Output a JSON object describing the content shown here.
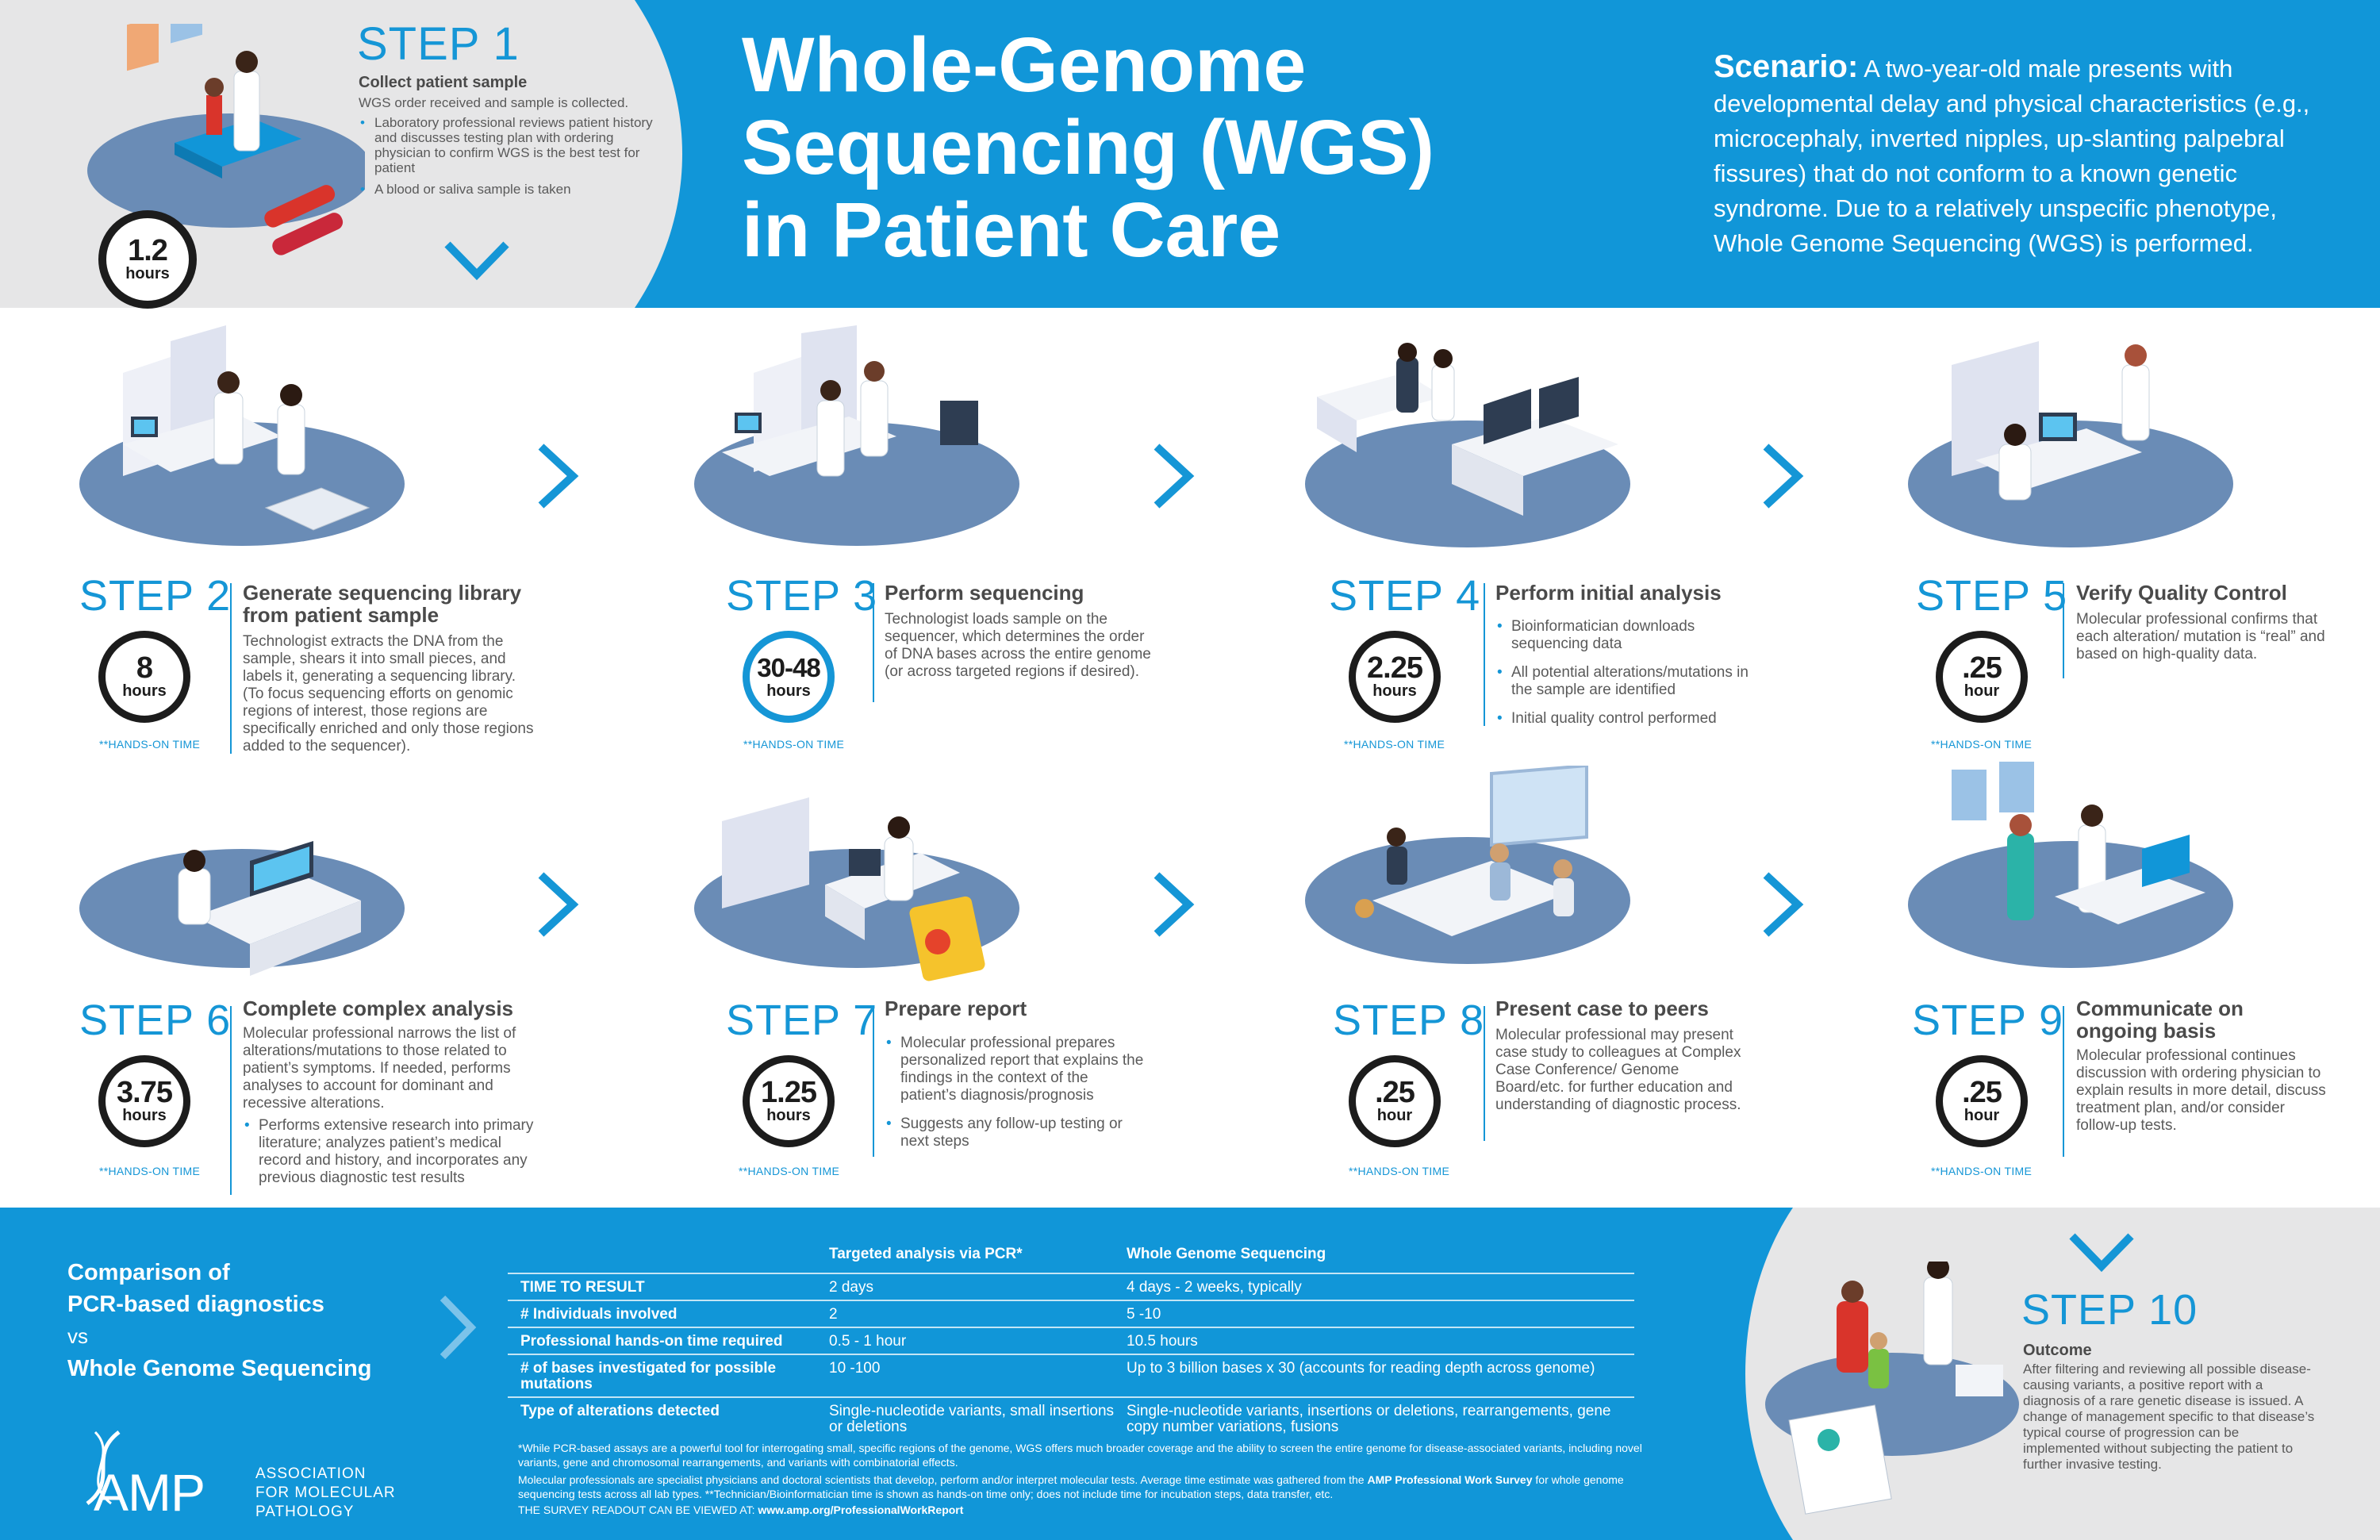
{
  "title": "Whole-Genome\nSequencing (WGS)\nin Patient Care",
  "scenario": {
    "label": "Scenario:",
    "text": "A two-year-old male presents with developmental delay and physical characteristics (e.g., microcephaly, inverted nipples, up-slanting palpebral fissures) that do not conform to a known genetic syndrome. Due to a relatively unspecific phenotype, Whole Genome Sequencing (WGS) is performed."
  },
  "hands_on_label": "**HANDS-ON TIME",
  "steps": [
    {
      "label": "STEP 1",
      "title": "Collect patient sample",
      "time": "1.2",
      "unit": "hours",
      "desc": "WGS order received and sample is collected.",
      "bullets": [
        "Laboratory professional reviews patient history and discusses testing plan with ordering physician to confirm WGS is the best test for patient",
        "A blood or saliva sample is taken"
      ]
    },
    {
      "label": "STEP 2",
      "title": "Generate sequencing library from patient sample",
      "time": "8",
      "unit": "hours",
      "desc": "Technologist extracts the DNA from the sample, shears it into small pieces, and labels it, generating a sequencing library. (To focus sequencing efforts on genomic regions of interest, those regions are specifically enriched and only those regions added to the sequencer).",
      "bullets": []
    },
    {
      "label": "STEP 3",
      "title": "Perform sequencing",
      "time": "30-48",
      "unit": "hours",
      "desc": "Technologist loads sample on the sequencer, which determines the order of DNA bases across the entire genome (or across targeted regions if desired).",
      "bullets": []
    },
    {
      "label": "STEP 4",
      "title": "Perform initial analysis",
      "time": "2.25",
      "unit": "hours",
      "desc": "",
      "bullets": [
        "Bioinformatician downloads sequencing data",
        "All potential alterations/mutations in the sample are identified",
        "Initial quality control performed"
      ]
    },
    {
      "label": "STEP 5",
      "title": "Verify Quality Control",
      "time": ".25",
      "unit": "hour",
      "desc": "Molecular professional confirms that each alteration/ mutation is “real” and based on high-quality data.",
      "bullets": []
    },
    {
      "label": "STEP 6",
      "title": "Complete complex analysis",
      "time": "3.75",
      "unit": "hours",
      "desc": "Molecular professional narrows the list of alterations/mutations to those related to patient’s symptoms. If needed, performs analyses to account for dominant and recessive alterations.",
      "bullets": [
        "Performs extensive research into primary literature; analyzes patient’s medical record and history, and incorporates any previous diagnostic test results"
      ]
    },
    {
      "label": "STEP 7",
      "title": "Prepare report",
      "time": "1.25",
      "unit": "hours",
      "desc": "",
      "bullets": [
        "Molecular professional prepares personalized report that explains the findings in the context of the patient’s diagnosis/prognosis",
        "Suggests any follow-up testing or next steps"
      ]
    },
    {
      "label": "STEP 8",
      "title": "Present case to peers",
      "time": ".25",
      "unit": "hour",
      "desc": "Molecular professional may present case study to colleagues at Complex Case Conference/ Genome Board/etc. for further education and understanding of diagnostic process.",
      "bullets": []
    },
    {
      "label": "STEP 9",
      "title": "Communicate on ongoing basis",
      "time": ".25",
      "unit": "hour",
      "desc": "Molecular professional continues discussion with ordering physician to explain results in more detail, discuss treatment plan, and/or consider follow-up tests.",
      "bullets": []
    },
    {
      "label": "STEP 10",
      "title": "Outcome",
      "time": "",
      "unit": "",
      "desc": "After filtering and reviewing all possible disease-causing variants, a positive report with a diagnosis of a rare genetic disease is issued. A change of management specific to that disease’s typical course of progression can be implemented without subjecting the patient to further invasive testing.",
      "bullets": []
    }
  ],
  "comparison": {
    "title_line1": "Comparison of",
    "title_line2": "PCR-based diagnostics",
    "title_vs": "vs",
    "title_line3": "Whole Genome Sequencing",
    "col_pcr": "Targeted analysis via PCR*",
    "col_wgs": "Whole Genome Sequencing",
    "rows": [
      {
        "label": "TIME TO RESULT",
        "pcr": "2 days",
        "wgs": "4 days - 2 weeks, typically"
      },
      {
        "label": "# Individuals involved",
        "pcr": "2",
        "wgs": "5 -10"
      },
      {
        "label": "Professional hands-on time required",
        "pcr": "0.5 - 1 hour",
        "wgs": "10.5 hours"
      },
      {
        "label": "# of bases investigated for possible mutations",
        "pcr": "10 -100",
        "wgs": "Up to 3 billion bases x 30 (accounts for reading depth across genome)"
      },
      {
        "label": "Type of alterations detected",
        "pcr": "Single-nucleotide variants, small insertions or deletions",
        "wgs": "Single-nucleotide variants, insertions or deletions, rearrangements, gene copy number variations, fusions"
      }
    ],
    "footnote1": "*While PCR-based assays are a powerful tool for interrogating small, specific regions of the genome, WGS offers much broader coverage and the ability to screen the entire genome for disease-associated variants, including novel variants, gene and chromosomal rearrangements, and variants with combinatorial effects.",
    "footnote2a": "Molecular professionals are specialist physicians and doctoral scientists that develop, perform and/or interpret molecular tests. Average time estimate was gathered from the ",
    "footnote2b": "AMP Professional Work Survey",
    "footnote2c": " for whole genome sequencing tests across all lab types. ",
    "footnote2d": "**Technician/Bioinformatician time is shown as hands-on time only; does not include time for incubation steps, data transfer, etc.",
    "footnote3a": "THE SURVEY READOUT CAN BE VIEWED AT: ",
    "footnote3b": "www.amp.org/ProfessionalWorkReport"
  },
  "logo": {
    "mark": "AMP",
    "line1": "ASSOCIATION",
    "line2": "FOR MOLECULAR",
    "line3": "PATHOLOGY"
  },
  "colors": {
    "brand_blue": "#1196d8",
    "panel_gray": "#e6e6e7",
    "floor_blue": "#6a8cb6",
    "timer_black": "#1c1c1c"
  }
}
